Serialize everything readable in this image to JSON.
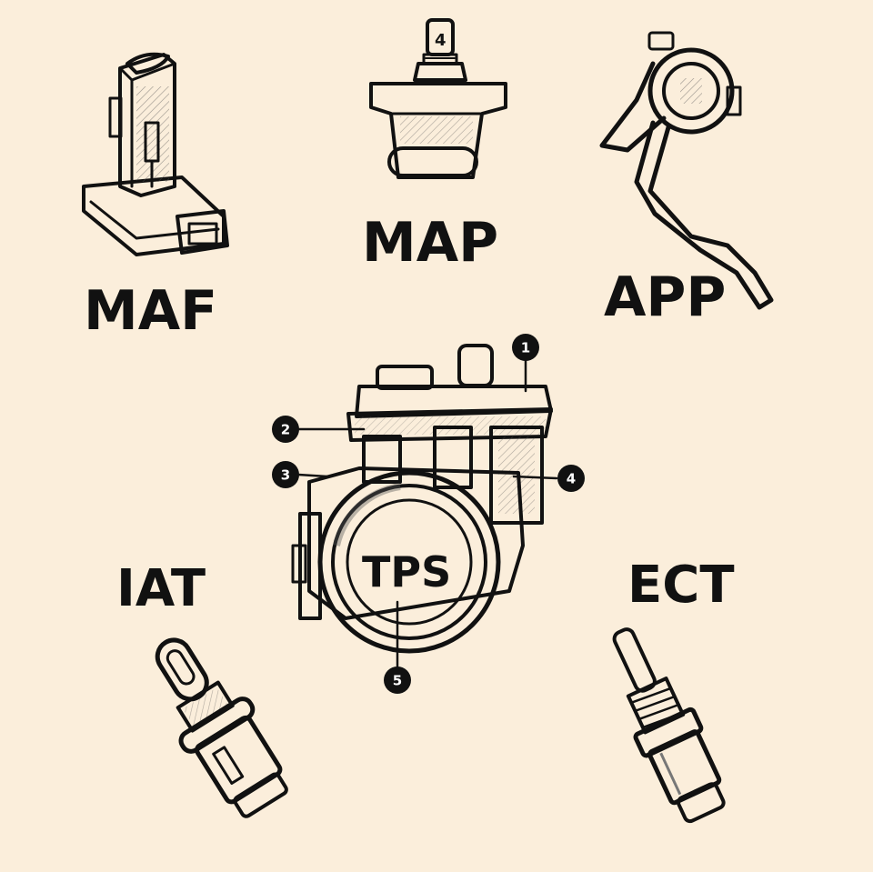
{
  "labels": {
    "maf": "MAF",
    "map": "MAP",
    "app": "APP",
    "iat": "IAT",
    "ect": "ECT",
    "tps": "TPS"
  },
  "callouts": [
    "1",
    "2",
    "3",
    "4",
    "5"
  ],
  "map_sensor_mark": "4",
  "colors": {
    "background": "#fbeedb",
    "ink": "#111111",
    "part_fill": "#f4efe6",
    "badge": "#111111"
  }
}
